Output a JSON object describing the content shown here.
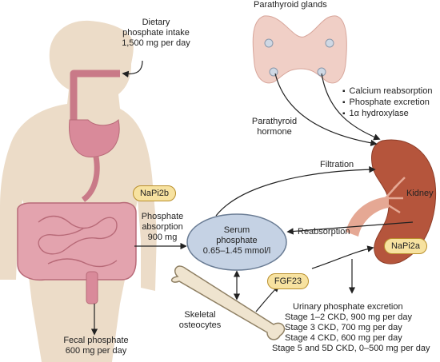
{
  "labels": {
    "parathyroid_glands": "Parathyroid glands",
    "dietary_line1": "Dietary",
    "dietary_line2": "phosphate intake",
    "dietary_line3": "1,500 mg per day",
    "pth_line1": "Parathyroid",
    "pth_line2": "hormone",
    "pth_actions": [
      "Calcium reabsorption",
      "Phosphate excretion",
      "1α hydroxylase"
    ],
    "filtration": "Filtration",
    "kidney": "Kidney",
    "reabsorption": "Reabsorption",
    "napi2b": "NaPi2b",
    "napi2a": "NaPi2a",
    "fgf23": "FGF23",
    "absorption_line1": "Phosphate",
    "absorption_line2": "absorption",
    "absorption_line3": "900 mg",
    "serum_line1": "Serum",
    "serum_line2": "phosphate",
    "serum_line3": "0.65–1.45 mmol/l",
    "skeletal_line1": "Skeletal",
    "skeletal_line2": "osteocytes",
    "fecal_line1": "Fecal phosphate",
    "fecal_line2": "600 mg per day",
    "urinary_title": "Urinary phosphate excretion",
    "urinary_stages": [
      "Stage 1–2 CKD, 900 mg per day",
      "Stage 3 CKD, 700 mg per day",
      "Stage 4 CKD, 600 mg per day",
      "Stage 5 and 5D CKD, 0–500 mg per day"
    ]
  },
  "colors": {
    "body": "#ecdcc8",
    "gut": "#d98a9a",
    "gland": "#f0cfc6",
    "kidney": "#b5553c",
    "serum_ellipse": "#c5d2e4",
    "pill": "#f7e2a0",
    "arrow": "#222222"
  }
}
